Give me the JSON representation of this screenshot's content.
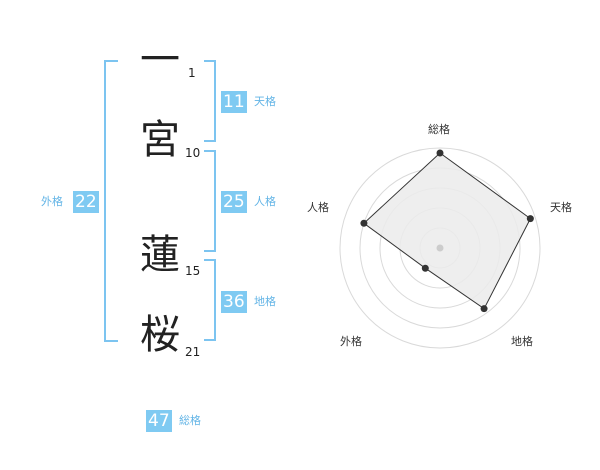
{
  "name": {
    "chars": [
      {
        "char": "一",
        "strokes": "1"
      },
      {
        "char": "宮",
        "strokes": "10"
      },
      {
        "char": "蓮",
        "strokes": "15"
      },
      {
        "char": "桜",
        "strokes": "21"
      }
    ]
  },
  "fortune": {
    "tenkaku": {
      "label": "天格",
      "value": "11"
    },
    "jinkaku": {
      "label": "人格",
      "value": "25"
    },
    "chikaku": {
      "label": "地格",
      "value": "36"
    },
    "gaikaku": {
      "label": "外格",
      "value": "22"
    },
    "soukaku": {
      "label": "総格",
      "value": "47"
    }
  },
  "colors": {
    "accent": "#7fcaf2",
    "bracket": "#7cc4f0",
    "label": "#62b4e6"
  },
  "chart_data": {
    "type": "radar",
    "axes": [
      "総格",
      "天格",
      "地格",
      "外格",
      "人格"
    ],
    "levels": 5,
    "values": [
      0.95,
      0.95,
      0.75,
      0.25,
      0.8
    ],
    "ylim": [
      0,
      1
    ]
  }
}
